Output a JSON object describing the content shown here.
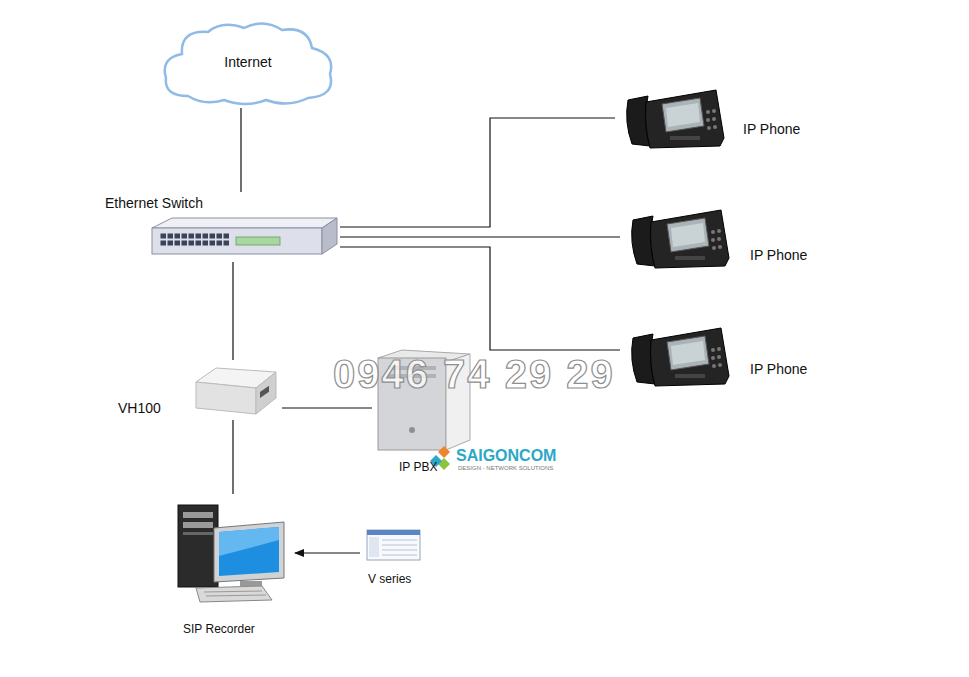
{
  "diagram": {
    "nodes": [
      {
        "text": [
          "Internet"
        ]
      },
      {
        "text": [
          "Ethernet Switch"
        ]
      },
      {
        "text": [
          "IP Phone"
        ]
      },
      {
        "text": [
          "IP Phone"
        ]
      },
      {
        "text": [
          "IP Phone"
        ]
      },
      {
        "text": [
          "VH100"
        ]
      },
      {
        "text": [
          "IP PBX"
        ]
      },
      {
        "text": [
          "SIP Recorder"
        ]
      },
      {
        "text": [
          "V series"
        ]
      }
    ],
    "edges": [
      {
        "from": 0,
        "to": 1,
        "arrow": "none"
      },
      {
        "from": 1,
        "to": 2,
        "arrow": "none"
      },
      {
        "from": 1,
        "to": 3,
        "arrow": "none"
      },
      {
        "from": 1,
        "to": 4,
        "arrow": "none"
      },
      {
        "from": 1,
        "to": 5,
        "arrow": "none"
      },
      {
        "from": 5,
        "to": 6,
        "arrow": "none"
      },
      {
        "from": 5,
        "to": 7,
        "arrow": "none"
      },
      {
        "from": 8,
        "to": 7,
        "arrow": "to"
      }
    ],
    "labels": [
      "0946 74 29 29",
      "SAIGONCOM",
      "DESIGN - NETWORK SOLUTIONS"
    ]
  }
}
